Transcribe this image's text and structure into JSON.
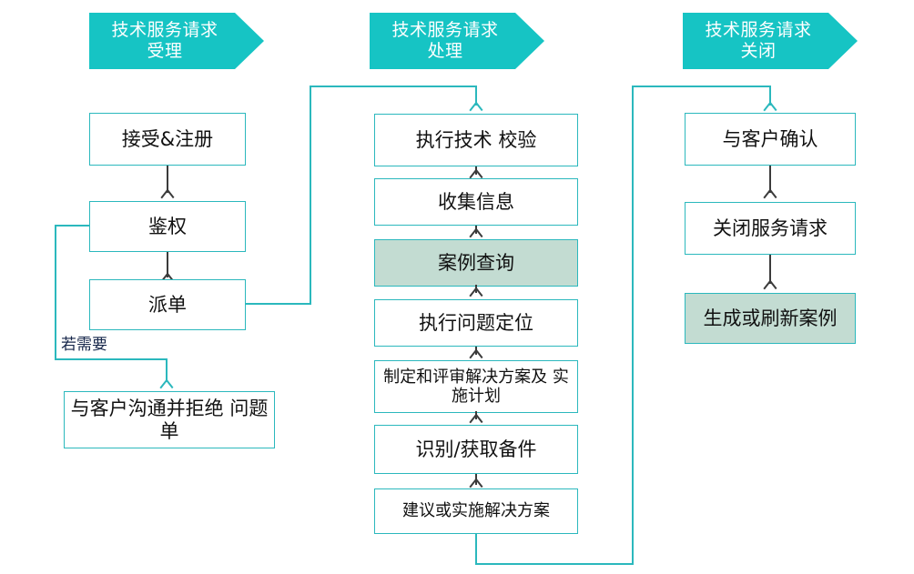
{
  "diagram": {
    "title_visible": false,
    "colors": {
      "banner_teal": "#16c4c4",
      "node_border_teal": "#2bb8bd",
      "highlight_fill": "#c3dcd2",
      "arrow_dark": "#3b3b3b",
      "label_navy": "#16264a",
      "background": "#ffffff"
    }
  },
  "lanes": [
    {
      "id": "intake",
      "banner_line1": "技术服务请求",
      "banner_line2": "受理",
      "nodes": [
        {
          "id": "accept-register",
          "label": "接受&注册",
          "highlight": false
        },
        {
          "id": "authorize",
          "label": "鉴权",
          "highlight": false
        },
        {
          "id": "dispatch",
          "label": "派单",
          "highlight": false
        },
        {
          "id": "reject-ticket",
          "label": "与客户沟通并拒绝\n问题单",
          "line1": "与客户沟通并拒绝",
          "line2": "问题单",
          "highlight": false
        }
      ],
      "side_label": "若需要"
    },
    {
      "id": "handling",
      "banner_line1": "技术服务请求",
      "banner_line2": "处理",
      "nodes": [
        {
          "id": "tech-validation",
          "label": "执行技术 校验",
          "highlight": false
        },
        {
          "id": "collect-info",
          "label": "收集信息",
          "highlight": false
        },
        {
          "id": "case-query",
          "label": "案例查询",
          "highlight": true
        },
        {
          "id": "problem-locating",
          "label": "执行问题定位",
          "highlight": false
        },
        {
          "id": "plan-review",
          "line1": "制定和评审解决方案及",
          "line2": "实施计划",
          "label": "制定和评审解决方案及实施计划",
          "highlight": false
        },
        {
          "id": "spare-parts",
          "label": "识别/获取备件",
          "highlight": false
        },
        {
          "id": "propose-solution",
          "label": "建议或实施解决方案",
          "highlight": false
        }
      ]
    },
    {
      "id": "closing",
      "banner_line1": "技术服务请求",
      "banner_line2": "关闭",
      "nodes": [
        {
          "id": "confirm-customer",
          "label": "与客户确认",
          "highlight": false
        },
        {
          "id": "close-request",
          "label": "关闭服务请求",
          "highlight": false
        },
        {
          "id": "create-case",
          "label": "生成或刷新案例",
          "highlight": true
        }
      ]
    }
  ],
  "connectors": [
    {
      "id": "accept-to-auth",
      "from": "accept-register",
      "to": "authorize",
      "style": "dark-straight-down"
    },
    {
      "id": "auth-to-dispatch",
      "from": "authorize",
      "to": "dispatch",
      "style": "dark-straight-down"
    },
    {
      "id": "auth-to-reject",
      "from": "authorize",
      "to": "reject-ticket",
      "style": "teal-left-down-right",
      "label": "若需要"
    },
    {
      "id": "dispatch-to-validation",
      "from": "dispatch",
      "to": "tech-validation",
      "style": "teal-right-up-right-down"
    },
    {
      "id": "validation-to-collect",
      "from": "tech-validation",
      "to": "collect-info",
      "style": "dark-straight-down"
    },
    {
      "id": "collect-to-case",
      "from": "collect-info",
      "to": "case-query",
      "style": "dark-straight-down"
    },
    {
      "id": "case-to-locating",
      "from": "case-query",
      "to": "problem-locating",
      "style": "dark-straight-down"
    },
    {
      "id": "locating-to-plan",
      "from": "problem-locating",
      "to": "plan-review",
      "style": "dark-straight-down"
    },
    {
      "id": "plan-to-parts",
      "from": "plan-review",
      "to": "spare-parts",
      "style": "dark-straight-down"
    },
    {
      "id": "parts-to-propose",
      "from": "spare-parts",
      "to": "propose-solution",
      "style": "dark-straight-down"
    },
    {
      "id": "propose-to-confirm",
      "from": "propose-solution",
      "to": "confirm-customer",
      "style": "teal-down-right-up-right-down"
    },
    {
      "id": "confirm-to-close",
      "from": "confirm-customer",
      "to": "close-request",
      "style": "dark-straight-down"
    },
    {
      "id": "close-to-case",
      "from": "close-request",
      "to": "create-case",
      "style": "dark-straight-down"
    }
  ]
}
